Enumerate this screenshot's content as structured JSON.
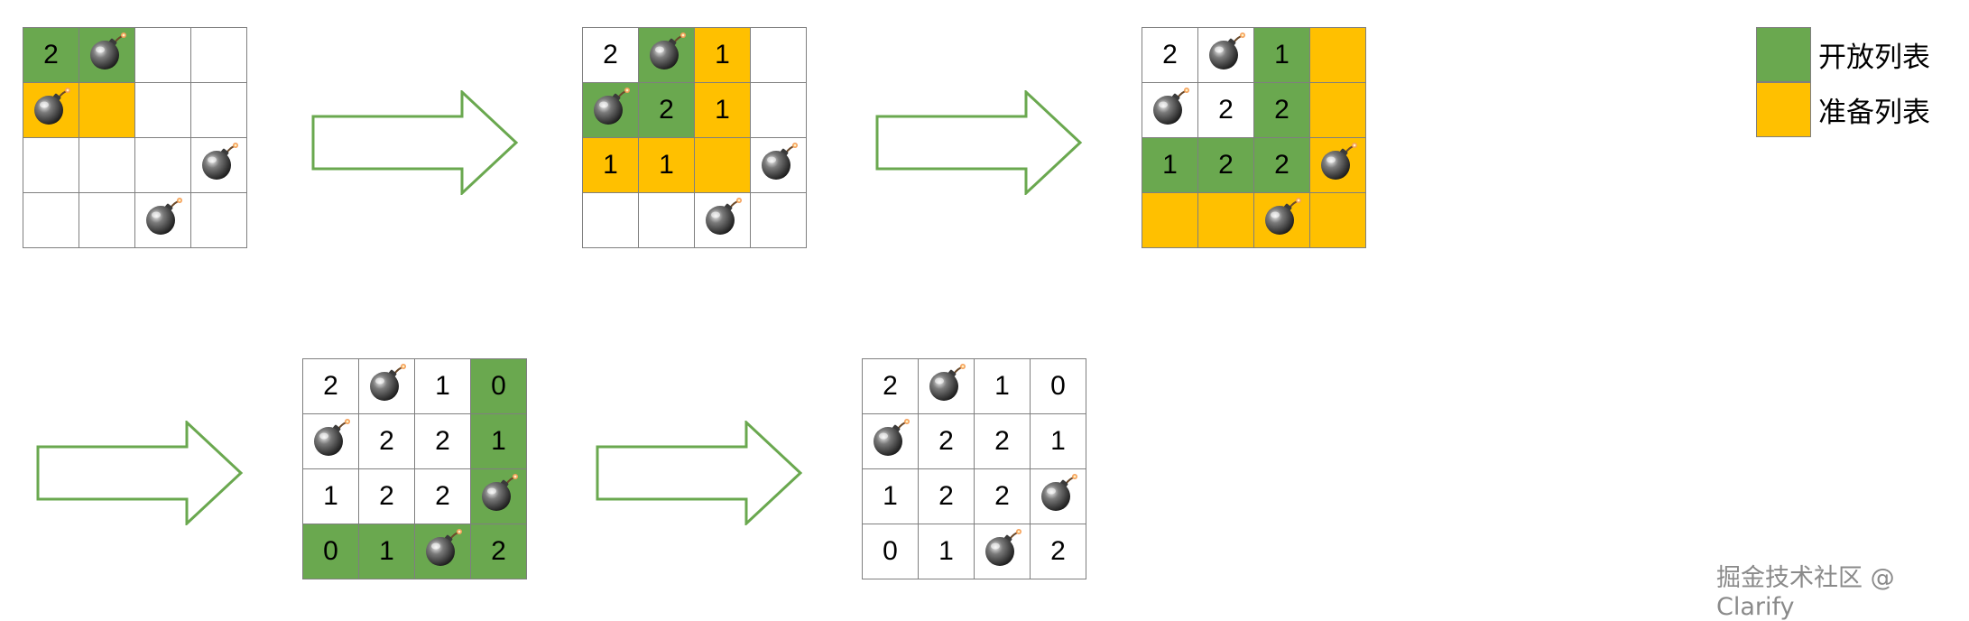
{
  "colors": {
    "open": "#6aa84f",
    "ready": "#ffc000",
    "empty": "#ffffff",
    "arrow_outline": "#6aa84f"
  },
  "legend": {
    "items": [
      {
        "label": "开放列表",
        "color": "open"
      },
      {
        "label": "准备列表",
        "color": "ready"
      }
    ]
  },
  "steps": [
    {
      "cells": [
        [
          {
            "v": "2",
            "c": "open"
          },
          {
            "v": "bomb",
            "c": "open"
          },
          {
            "v": "",
            "c": "empty"
          },
          {
            "v": "",
            "c": "empty"
          }
        ],
        [
          {
            "v": "bomb",
            "c": "ready"
          },
          {
            "v": "",
            "c": "ready"
          },
          {
            "v": "",
            "c": "empty"
          },
          {
            "v": "",
            "c": "empty"
          }
        ],
        [
          {
            "v": "",
            "c": "empty"
          },
          {
            "v": "",
            "c": "empty"
          },
          {
            "v": "",
            "c": "empty"
          },
          {
            "v": "bomb",
            "c": "empty"
          }
        ],
        [
          {
            "v": "",
            "c": "empty"
          },
          {
            "v": "",
            "c": "empty"
          },
          {
            "v": "bomb",
            "c": "empty"
          },
          {
            "v": "",
            "c": "empty"
          }
        ]
      ]
    },
    {
      "cells": [
        [
          {
            "v": "2",
            "c": "empty"
          },
          {
            "v": "bomb",
            "c": "open"
          },
          {
            "v": "1",
            "c": "ready"
          },
          {
            "v": "",
            "c": "empty"
          }
        ],
        [
          {
            "v": "bomb",
            "c": "open"
          },
          {
            "v": "2",
            "c": "open"
          },
          {
            "v": "1",
            "c": "ready"
          },
          {
            "v": "",
            "c": "empty"
          }
        ],
        [
          {
            "v": "1",
            "c": "ready"
          },
          {
            "v": "1",
            "c": "ready"
          },
          {
            "v": "",
            "c": "ready"
          },
          {
            "v": "bomb",
            "c": "empty"
          }
        ],
        [
          {
            "v": "",
            "c": "empty"
          },
          {
            "v": "",
            "c": "empty"
          },
          {
            "v": "bomb",
            "c": "empty"
          },
          {
            "v": "",
            "c": "empty"
          }
        ]
      ]
    },
    {
      "cells": [
        [
          {
            "v": "2",
            "c": "empty"
          },
          {
            "v": "bomb",
            "c": "empty"
          },
          {
            "v": "1",
            "c": "open"
          },
          {
            "v": "",
            "c": "ready"
          }
        ],
        [
          {
            "v": "bomb",
            "c": "empty"
          },
          {
            "v": "2",
            "c": "empty"
          },
          {
            "v": "2",
            "c": "open"
          },
          {
            "v": "",
            "c": "ready"
          }
        ],
        [
          {
            "v": "1",
            "c": "open"
          },
          {
            "v": "2",
            "c": "open"
          },
          {
            "v": "2",
            "c": "open"
          },
          {
            "v": "bomb",
            "c": "ready"
          }
        ],
        [
          {
            "v": "",
            "c": "ready"
          },
          {
            "v": "",
            "c": "ready"
          },
          {
            "v": "bomb",
            "c": "ready"
          },
          {
            "v": "",
            "c": "ready"
          }
        ]
      ]
    },
    {
      "cells": [
        [
          {
            "v": "2",
            "c": "empty"
          },
          {
            "v": "bomb",
            "c": "empty"
          },
          {
            "v": "1",
            "c": "empty"
          },
          {
            "v": "0",
            "c": "open"
          }
        ],
        [
          {
            "v": "bomb",
            "c": "empty"
          },
          {
            "v": "2",
            "c": "empty"
          },
          {
            "v": "2",
            "c": "empty"
          },
          {
            "v": "1",
            "c": "open"
          }
        ],
        [
          {
            "v": "1",
            "c": "empty"
          },
          {
            "v": "2",
            "c": "empty"
          },
          {
            "v": "2",
            "c": "empty"
          },
          {
            "v": "bomb",
            "c": "open"
          }
        ],
        [
          {
            "v": "0",
            "c": "open"
          },
          {
            "v": "1",
            "c": "open"
          },
          {
            "v": "bomb",
            "c": "open"
          },
          {
            "v": "2",
            "c": "open"
          }
        ]
      ]
    },
    {
      "cells": [
        [
          {
            "v": "2",
            "c": "empty"
          },
          {
            "v": "bomb",
            "c": "empty"
          },
          {
            "v": "1",
            "c": "empty"
          },
          {
            "v": "0",
            "c": "empty"
          }
        ],
        [
          {
            "v": "bomb",
            "c": "empty"
          },
          {
            "v": "2",
            "c": "empty"
          },
          {
            "v": "2",
            "c": "empty"
          },
          {
            "v": "1",
            "c": "empty"
          }
        ],
        [
          {
            "v": "1",
            "c": "empty"
          },
          {
            "v": "2",
            "c": "empty"
          },
          {
            "v": "2",
            "c": "empty"
          },
          {
            "v": "bomb",
            "c": "empty"
          }
        ],
        [
          {
            "v": "0",
            "c": "empty"
          },
          {
            "v": "1",
            "c": "empty"
          },
          {
            "v": "bomb",
            "c": "empty"
          },
          {
            "v": "2",
            "c": "empty"
          }
        ]
      ]
    }
  ],
  "watermark": "掘金技术社区 @ Clarify"
}
